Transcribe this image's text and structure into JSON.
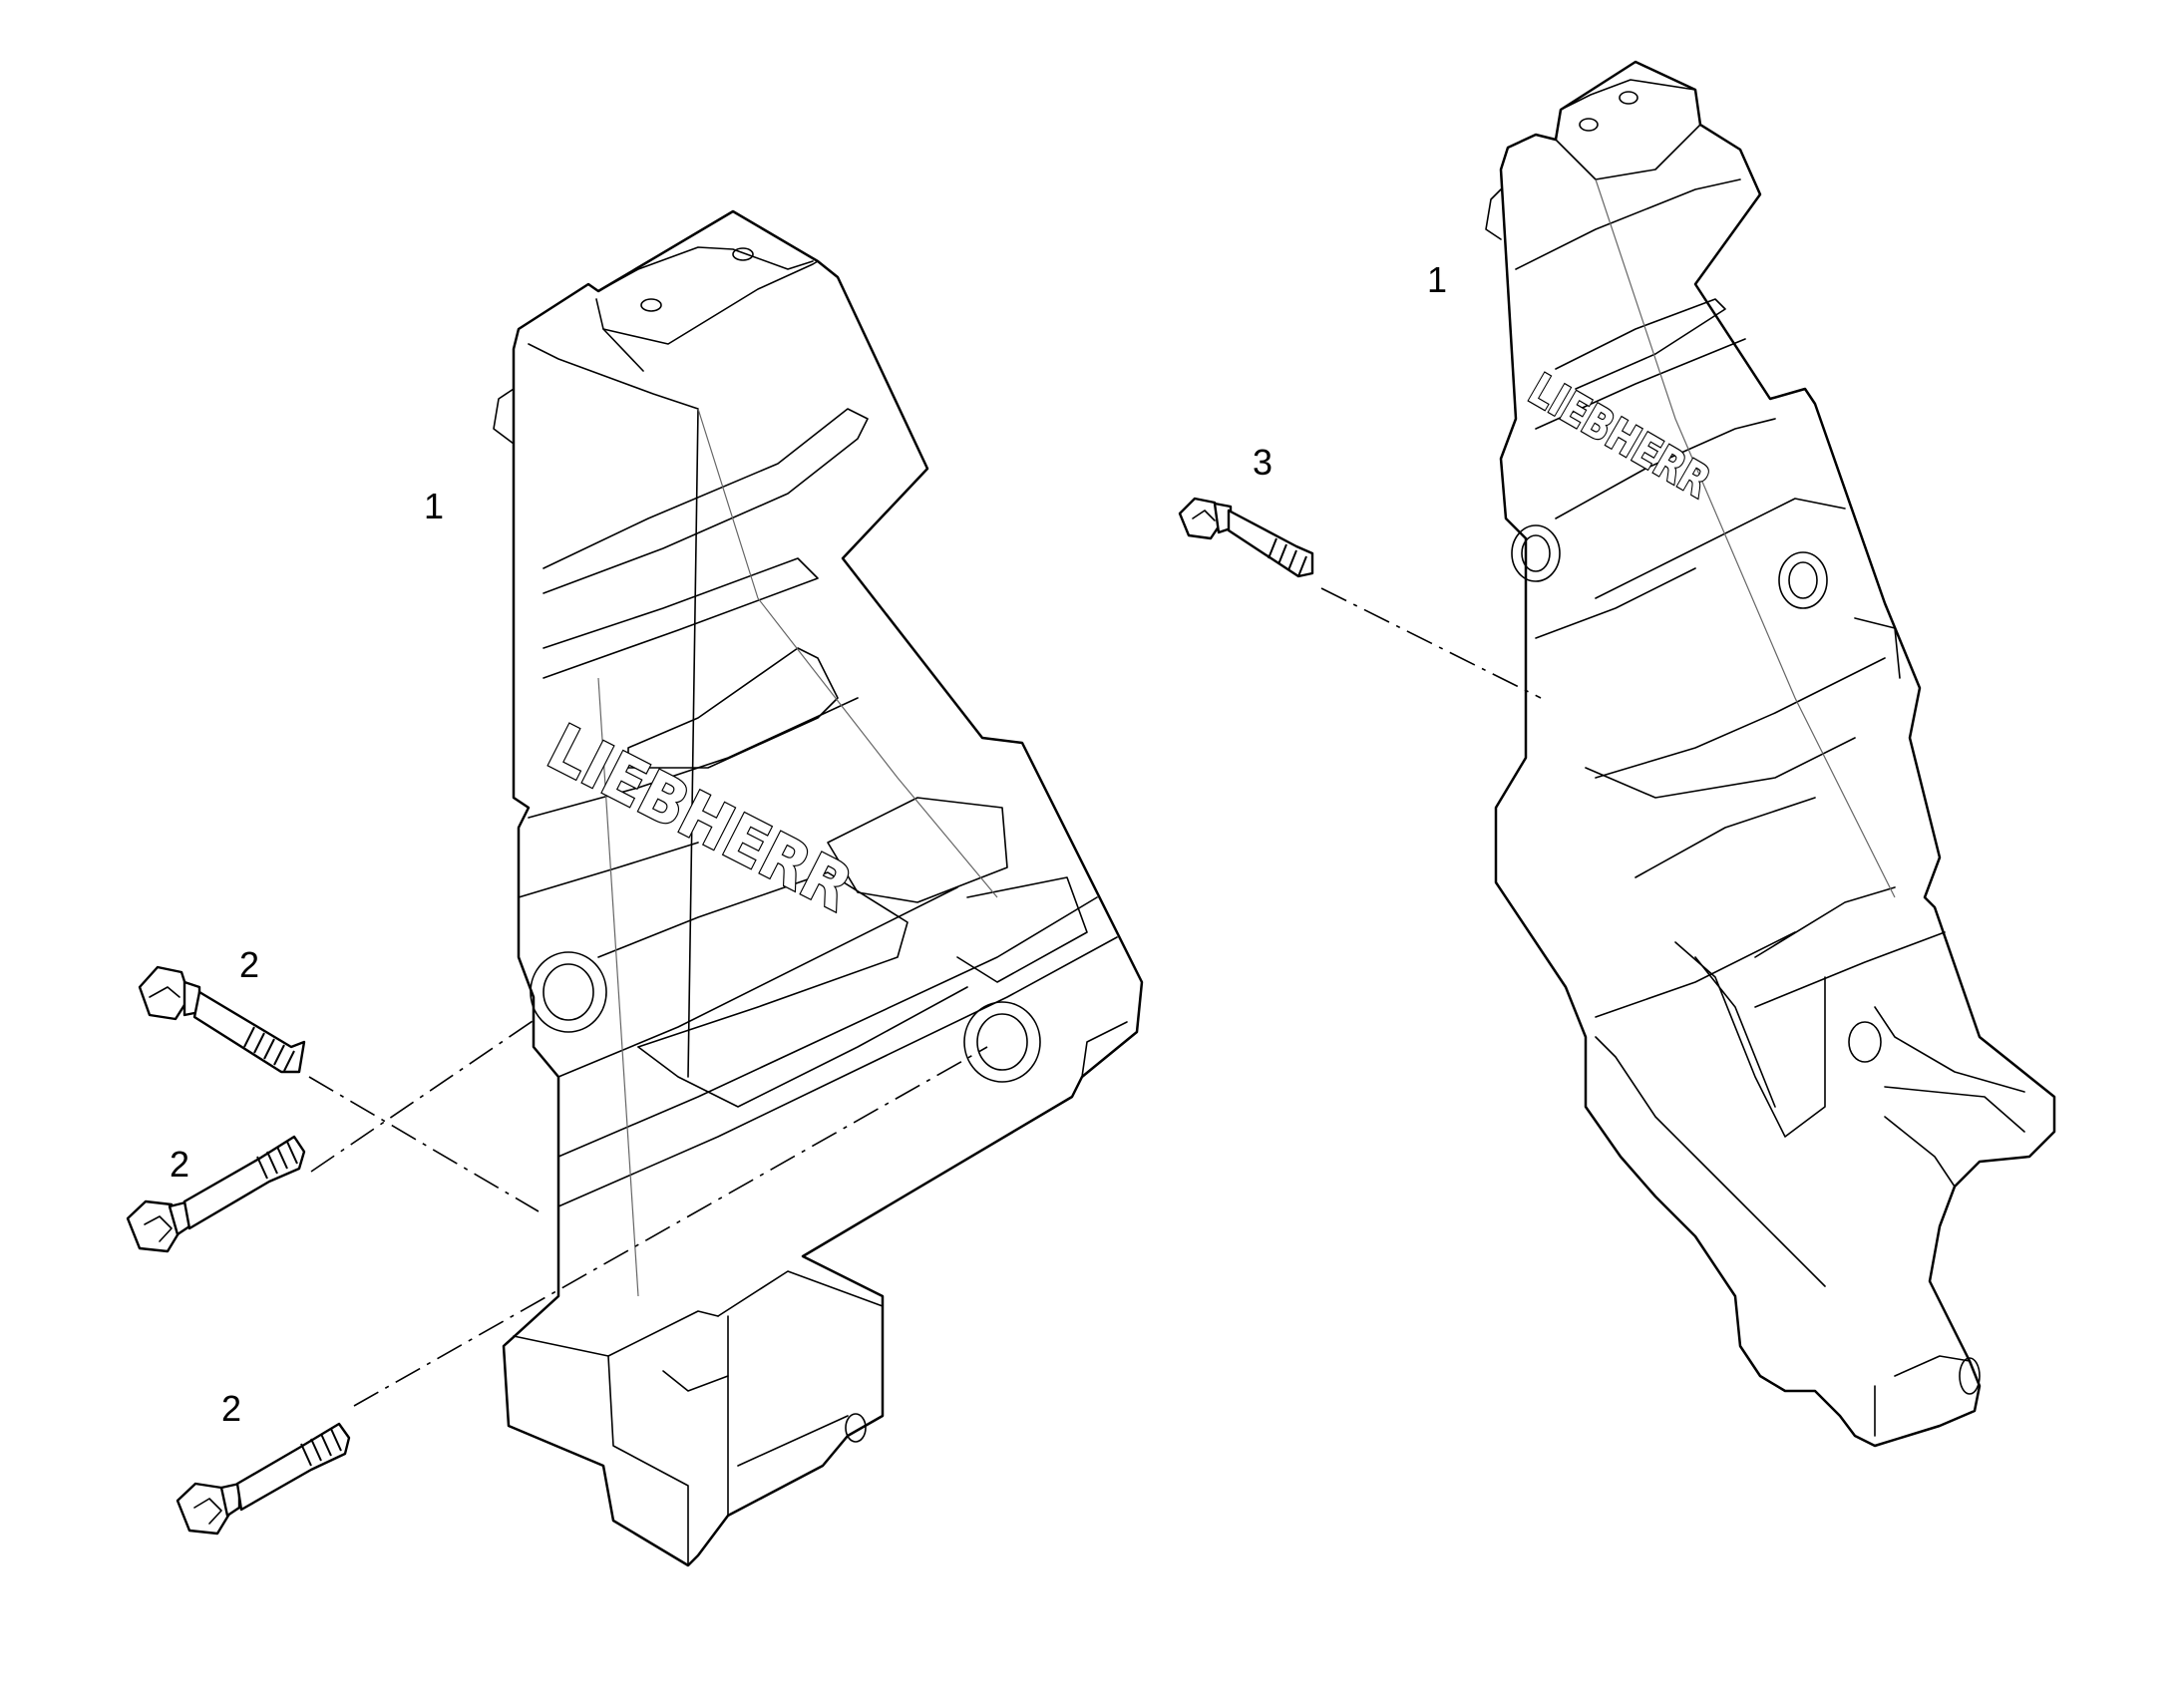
{
  "diagram": {
    "callouts": {
      "left_part": "1",
      "right_part": "1",
      "bolt_upper": "2",
      "bolt_middle": "2",
      "bolt_lower": "2",
      "bolt_right": "3"
    },
    "logo_text": "LIEBHERR"
  },
  "colors": {
    "line": "#000000",
    "background": "#ffffff"
  }
}
